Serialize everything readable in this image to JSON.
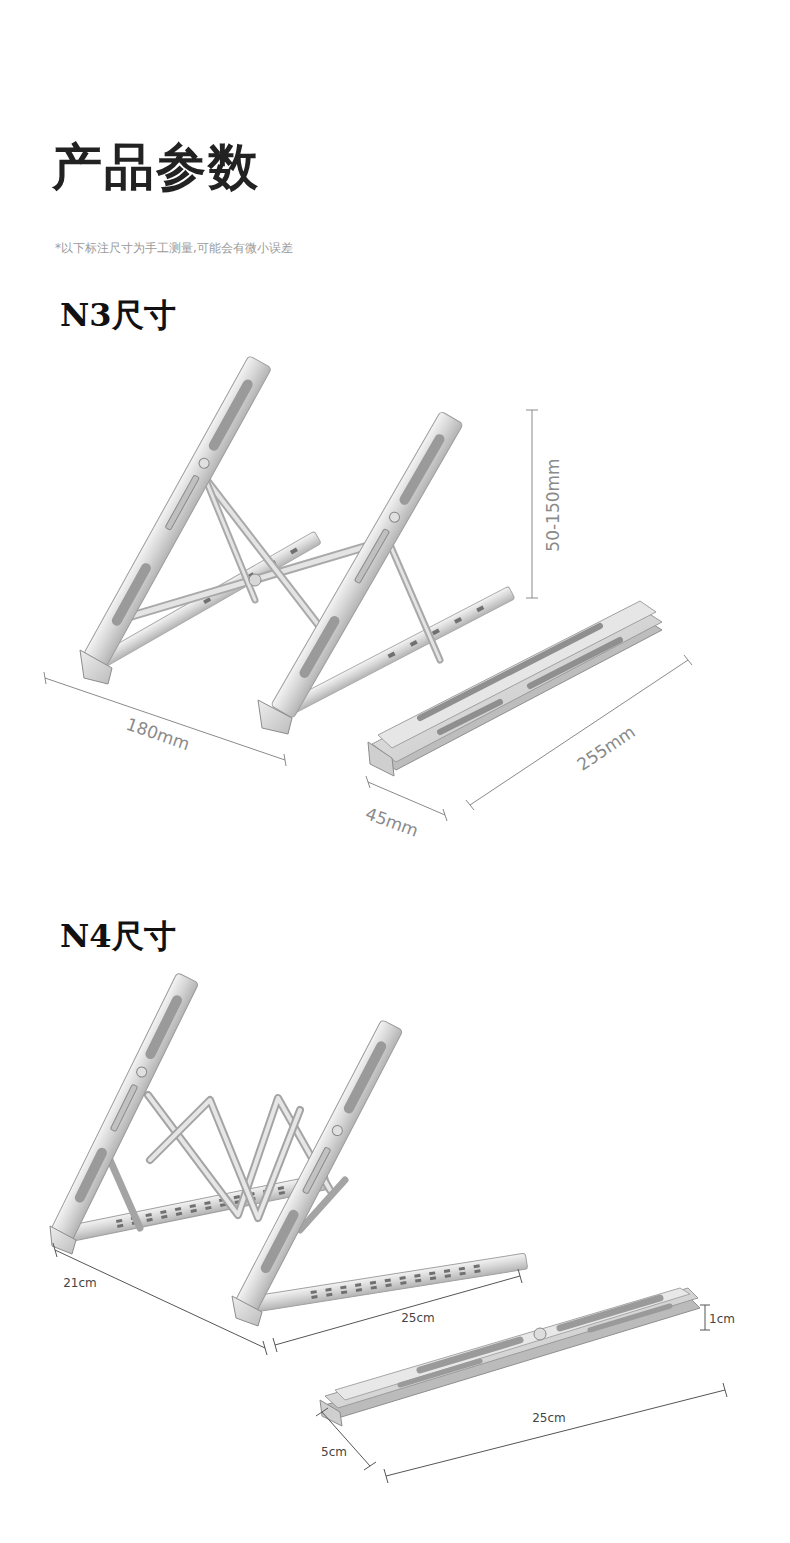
{
  "diagram": {
    "title": "产品参数",
    "labels": [
      "*以下标注尺寸为手工测量,可能会有微小误差",
      "N3尺寸",
      "50-150mm",
      "180mm",
      "255mm",
      "45mm",
      "N4尺寸",
      "21cm",
      "25cm",
      "1cm",
      "25cm",
      "5cm"
    ]
  }
}
